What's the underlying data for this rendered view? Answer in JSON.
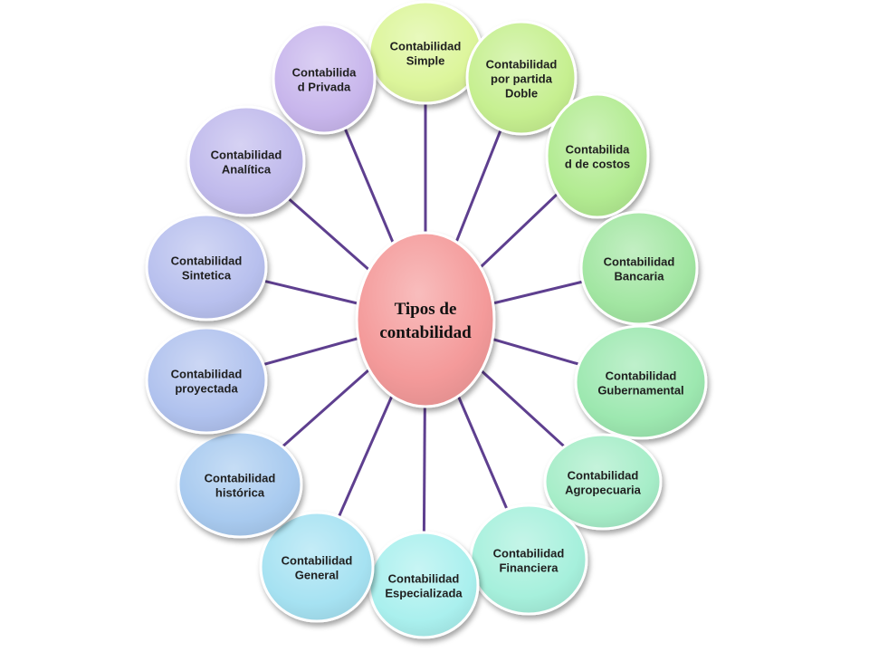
{
  "diagram": {
    "type": "radial",
    "center": {
      "lines": [
        "Tipos de",
        "contabilidad"
      ],
      "color": "#f49a9a"
    },
    "nodes": [
      {
        "id": "simple",
        "lines": [
          "Contabilidad",
          "Simple"
        ],
        "color": "#dcf59a"
      },
      {
        "id": "partida-doble",
        "lines": [
          "Contabilidad",
          "por partida",
          "Doble"
        ],
        "color": "#c6ef90"
      },
      {
        "id": "costos",
        "lines": [
          "Contabilida",
          "d de costos"
        ],
        "color": "#b2eb91"
      },
      {
        "id": "bancaria",
        "lines": [
          "Contabilidad",
          "Bancaria"
        ],
        "color": "#a2e6a2"
      },
      {
        "id": "gubernamental",
        "lines": [
          "Contabilidad",
          "Gubernamental"
        ],
        "color": "#9de8b0"
      },
      {
        "id": "agropecuaria",
        "lines": [
          "Contabilidad",
          "Agropecuaria"
        ],
        "color": "#a6edc8"
      },
      {
        "id": "financiera",
        "lines": [
          "Contabilidad",
          "Financiera"
        ],
        "color": "#a6f0dc"
      },
      {
        "id": "especializada",
        "lines": [
          "Contabilidad",
          "Especializada"
        ],
        "color": "#aaf0ee"
      },
      {
        "id": "general",
        "lines": [
          "Contabilidad",
          "General"
        ],
        "color": "#a6e2f2"
      },
      {
        "id": "historica",
        "lines": [
          "Contabilidad",
          "histórica"
        ],
        "color": "#a8caef"
      },
      {
        "id": "proyectada",
        "lines": [
          "Contabilidad",
          "proyectada"
        ],
        "color": "#b0c2ee"
      },
      {
        "id": "sintetica",
        "lines": [
          "Contabilidad",
          "Sintetica"
        ],
        "color": "#b8c0ee"
      },
      {
        "id": "analitica",
        "lines": [
          "Contabilidad",
          "Analítica"
        ],
        "color": "#c0baec"
      },
      {
        "id": "privada",
        "lines": [
          "Contabilida",
          "d Privada"
        ],
        "color": "#c8b6ec"
      }
    ],
    "spoke_color": "#5e3f8f",
    "outline_color": "#ffffff"
  }
}
